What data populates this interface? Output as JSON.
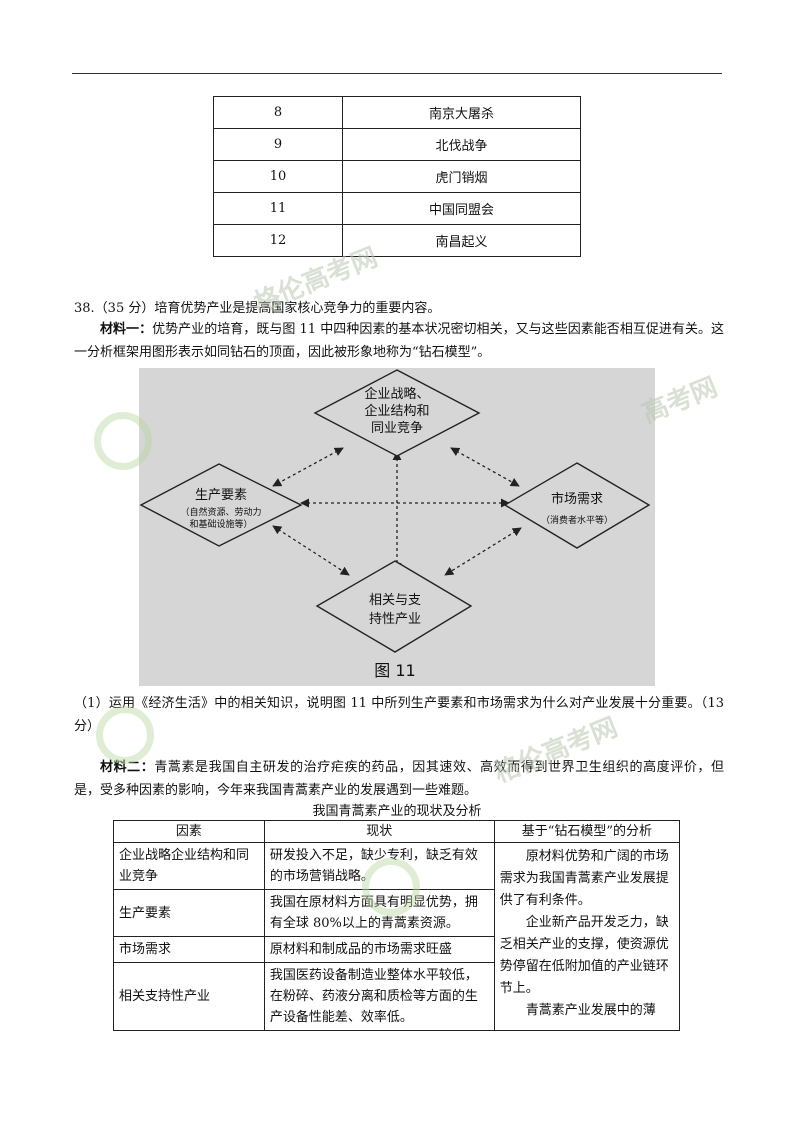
{
  "events_table": {
    "rows": [
      {
        "num": "8",
        "event": "南京大屠杀"
      },
      {
        "num": "9",
        "event": "北伐战争"
      },
      {
        "num": "10",
        "event": "虎门销烟"
      },
      {
        "num": "11",
        "event": "中国同盟会"
      },
      {
        "num": "12",
        "event": "南昌起义"
      }
    ]
  },
  "question": {
    "title": "38.（35 分）培育优势产业是提高国家核心竞争力的重要内容。",
    "material1_label": "材料一：",
    "material1_text": "优势产业的培育，既与图 11 中四种因素的基本状况密切相关，又与这些因素能否相互促进有关。这一分析框架用图形表示如同钻石的顶面，因此被形象地称为“钻石模型”。",
    "sub1": "（1）运用《经济生活》中的相关知识，说明图 11 中所列生产要素和市场需求为什么对产业发展十分重要。（13 分）",
    "material2_label": "材料二：",
    "material2_text": "青蒿素是我国自主研发的治疗疟疾的药品，因其速效、高效而得到世界卫生组织的高度评价，但是，受多种因素的影响，今年来我国青蒿素产业的发展遇到一些难题。"
  },
  "diagram": {
    "top": [
      "企业战略、",
      "企业结构和",
      "同业竞争"
    ],
    "left_main": "生产要素",
    "left_sub": [
      "（自然资源、劳动力",
      "和基础设施等）"
    ],
    "right_main": "市场需求",
    "right_sub": "（消费者水平等）",
    "bottom": [
      "相关与支",
      "持性产业"
    ],
    "caption": "图 11"
  },
  "analysis_table": {
    "caption": "我国青蒿素产业的现状及分析",
    "headers": [
      "因素",
      "现状",
      "基于“钻石模型”的分析"
    ],
    "rows": [
      {
        "factor": "企业战略企业结构和同业竞争",
        "status": "研发投入不足，缺少专利，缺乏有效的市场营销战略。"
      },
      {
        "factor": "生产要素",
        "status": "我国在原材料方面具有明显优势，拥有全球 80%以上的青蒿素资源。"
      },
      {
        "factor": "市场需求",
        "status": "原材料和制成品的市场需求旺盛"
      },
      {
        "factor": "相关支持性产业",
        "status": "我国医药设备制造业整体水平较低，在粉碎、药液分离和质检等方面的生产设备性能差、效率低。"
      }
    ],
    "analysis_para1": "原材料优势和广阔的市场需求为我国青蒿素产业发展提供了有利条件。",
    "analysis_para2": "企业新产品开发乏力，缺乏相关产业的支撑，使资源优势停留在低附加值的产业链环节上。",
    "analysis_para3": "青蒿素产业发展中的薄"
  },
  "watermark": {
    "text1": "格伦高考网",
    "text2": "高考网",
    "text3": "格伦高考网"
  },
  "colors": {
    "figure_bg": "#d6d6d6",
    "ink": "#111111",
    "watermark": "#b9c9b0"
  }
}
